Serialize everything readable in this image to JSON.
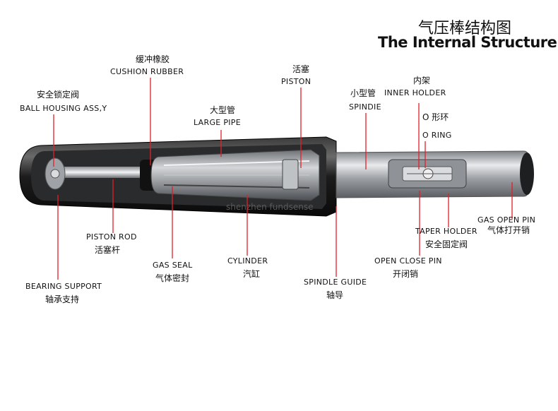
{
  "title": {
    "zh": "气压棒结构图",
    "en": "The Internal Structure"
  },
  "watermark": "shenzhen fundsense",
  "colors": {
    "leader": "#e1202a",
    "text": "#111111",
    "body_dark": "#1a1a1a",
    "metal": "#b9bcbf"
  },
  "labels": {
    "cushion_rubber": {
      "zh": "缓冲橡胶",
      "en": "CUSHION RUBBER"
    },
    "piston": {
      "zh": "活塞",
      "en": "PISTON"
    },
    "inner_holder": {
      "zh": "内架",
      "en": "INNER HOLDER"
    },
    "ball_housing": {
      "zh": "安全锁定阀",
      "en": "BALL HOUSING ASS,Y"
    },
    "spindle": {
      "zh": "小型管",
      "en": "SPINDIE"
    },
    "large_pipe": {
      "zh": "大型管",
      "en": "LARGE PIPE"
    },
    "o_ring": {
      "zh": "O 形环",
      "en": "O RING"
    },
    "gas_open_pin": {
      "zh": "气体打开销",
      "en": "GAS OPEN PIN"
    },
    "piston_rod": {
      "zh": "活塞杆",
      "en": "PISTON ROD"
    },
    "taper_holder": {
      "zh": "安全固定阀",
      "en": "TAPER HOLDER"
    },
    "gas_seal": {
      "zh": "气体密封",
      "en": "GAS SEAL"
    },
    "cylinder": {
      "zh": "汽缸",
      "en": "CYLINDER"
    },
    "open_close_pin": {
      "zh": "开闭销",
      "en": "OPEN CLOSE PIN"
    },
    "bearing_support": {
      "zh": "轴承支持",
      "en": "BEARING SUPPORT"
    },
    "spindle_guide": {
      "zh": "轴导",
      "en": "SPINDLE GUIDE"
    }
  }
}
